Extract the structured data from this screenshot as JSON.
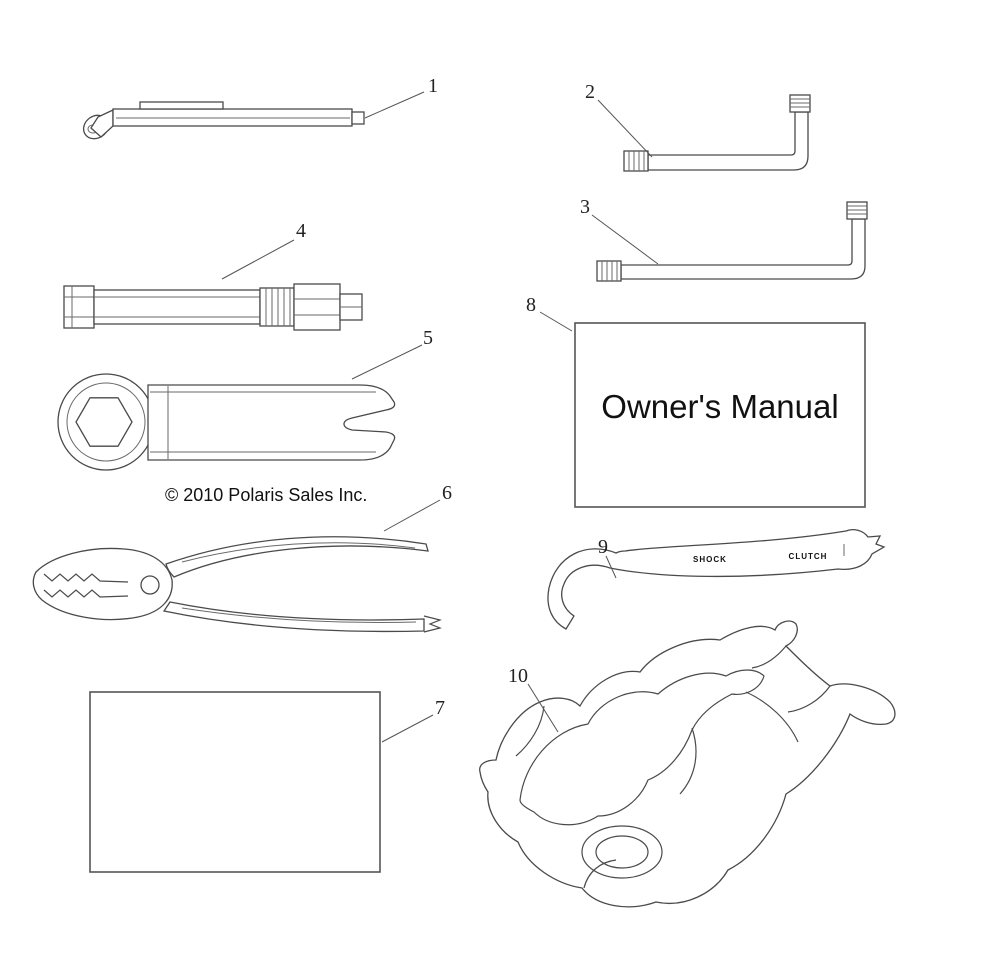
{
  "page": {
    "copyright": "© 2010 Polaris Sales Inc.",
    "manual": {
      "title": "Owner's Manual"
    },
    "spanner": {
      "shock": "SHOCK",
      "clutch": "CLUTCH"
    },
    "callouts": [
      {
        "label": "1"
      },
      {
        "label": "2"
      },
      {
        "label": "3"
      },
      {
        "label": "4"
      },
      {
        "label": "5"
      },
      {
        "label": "6"
      },
      {
        "label": "7"
      },
      {
        "label": "8"
      },
      {
        "label": "9"
      },
      {
        "label": "10"
      }
    ],
    "colors": {
      "line": "#4a4a4a",
      "text": "#1a1a1a",
      "background": "#ffffff"
    }
  }
}
